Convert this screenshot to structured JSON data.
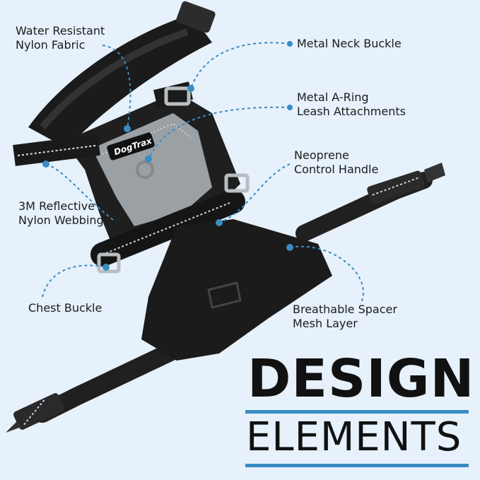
{
  "brand_logo": "DogTrax",
  "colors": {
    "background": "#e6f1fb",
    "accent": "#3a8cc4",
    "harness": "#1a1a1a",
    "panel": "#9aa0a4"
  },
  "labels": {
    "water_resistant": [
      "Water Resistant",
      "Nylon Fabric"
    ],
    "metal_neck_buckle": [
      "Metal Neck Buckle"
    ],
    "metal_a_ring": [
      "Metal A-Ring",
      "Leash Attachments"
    ],
    "neoprene_handle": [
      "Neoprene",
      "Control Handle"
    ],
    "reflective_webbing": [
      "3M Reflective",
      "Nylon Webbing"
    ],
    "chest_buckle": [
      "Chest Buckle"
    ],
    "spacer_mesh": [
      "Breathable Spacer",
      "Mesh Layer"
    ]
  },
  "heading": {
    "line1": "DESIGN",
    "line2": "ELEMENTS"
  }
}
